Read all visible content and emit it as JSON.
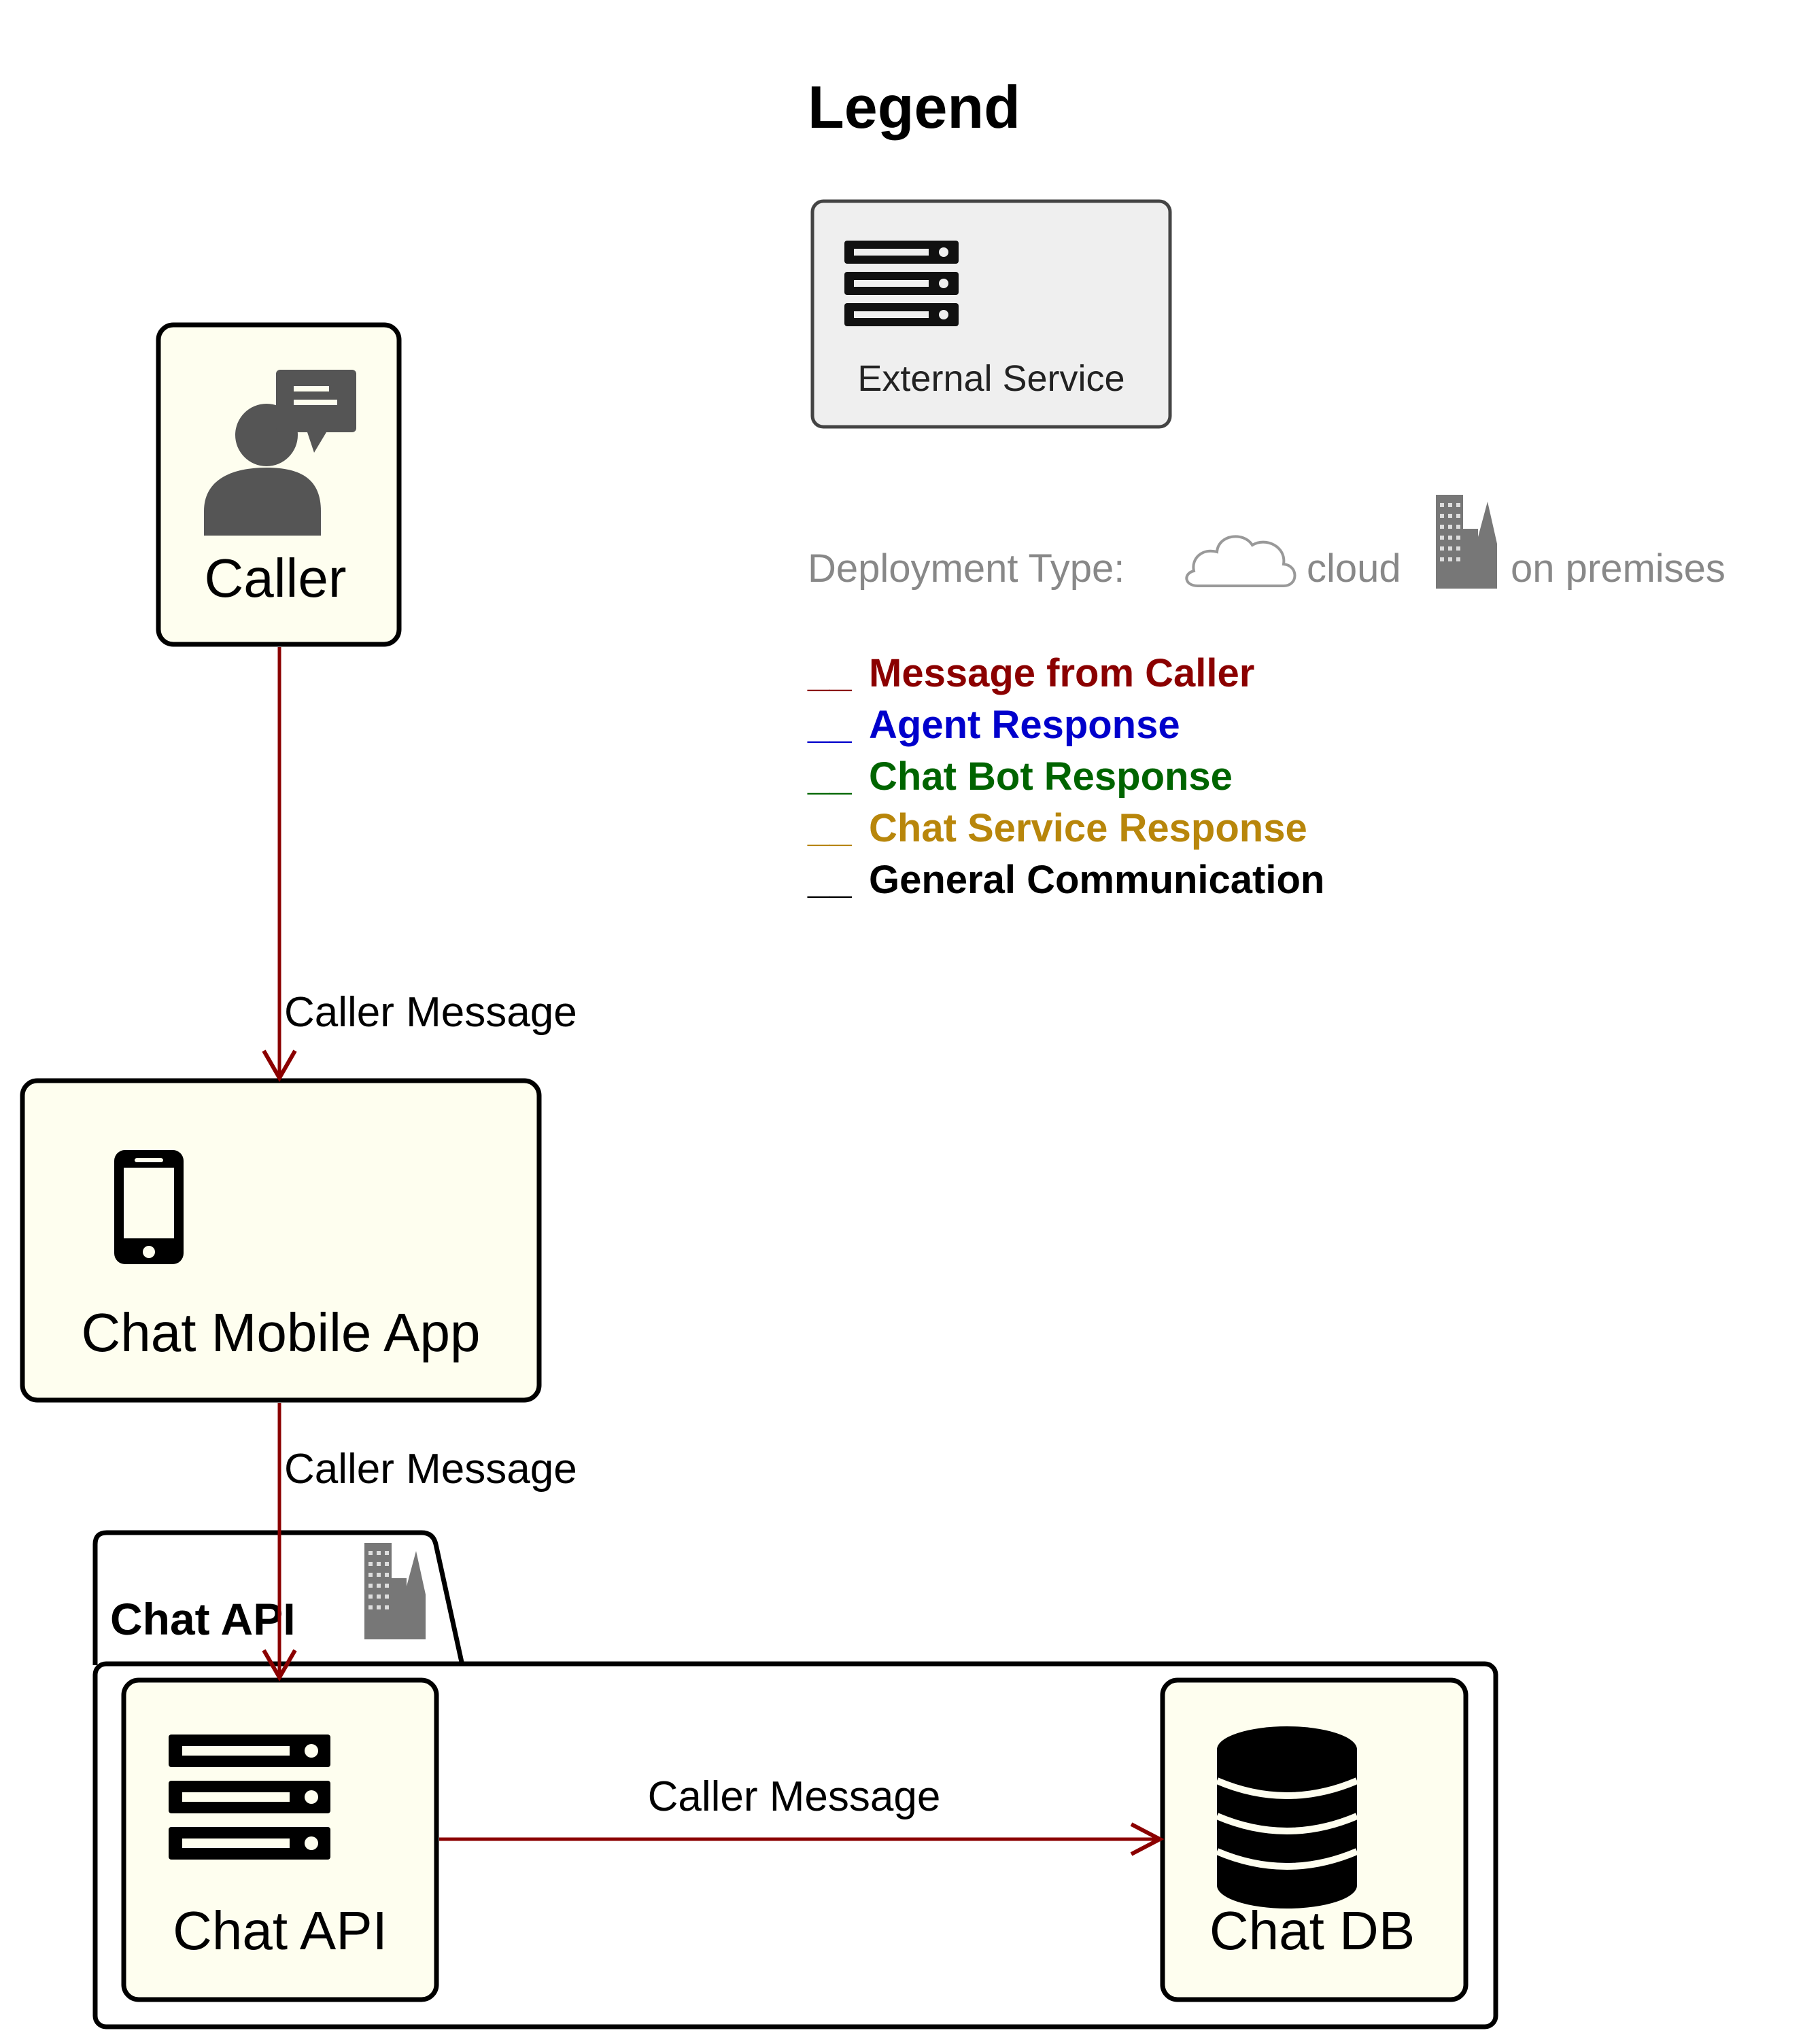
{
  "legend": {
    "title": "Legend",
    "external_service_label": "External Service",
    "deployment": {
      "label": "Deployment Type:",
      "cloud": "cloud",
      "on_premises": "on premises"
    },
    "items": [
      {
        "marker": "__",
        "label": "Message from Caller",
        "color": "#8b0000"
      },
      {
        "marker": "__",
        "label": "Agent Response",
        "color": "#0000cc"
      },
      {
        "marker": "__",
        "label": "Chat Bot Response",
        "color": "#006400"
      },
      {
        "marker": "__",
        "label": "Chat Service Response",
        "color": "#b8860b"
      },
      {
        "marker": "__",
        "label": "General Communication",
        "color": "#000000"
      }
    ]
  },
  "nodes": {
    "caller": {
      "label": "Caller",
      "icon": "person-chat-icon"
    },
    "mobile_app": {
      "label": "Chat Mobile App",
      "icon": "mobile-phone-icon"
    },
    "chat_api": {
      "label": "Chat API",
      "icon": "server-icon"
    },
    "chat_db": {
      "label": "Chat DB",
      "icon": "database-icon"
    }
  },
  "package": {
    "label": "Chat API",
    "icon": "building-icon"
  },
  "edges": [
    {
      "from": "caller",
      "to": "mobile_app",
      "label": "Caller Message",
      "color": "#8b0000"
    },
    {
      "from": "mobile_app",
      "to": "chat_api",
      "label": "Caller Message",
      "color": "#8b0000"
    },
    {
      "from": "chat_api",
      "to": "chat_db",
      "label": "Caller Message",
      "color": "#8b0000"
    }
  ],
  "colors": {
    "node_fill": "#fefeef",
    "node_stroke": "#000000",
    "external_fill": "#efefef",
    "icon_gray": "#555555"
  }
}
